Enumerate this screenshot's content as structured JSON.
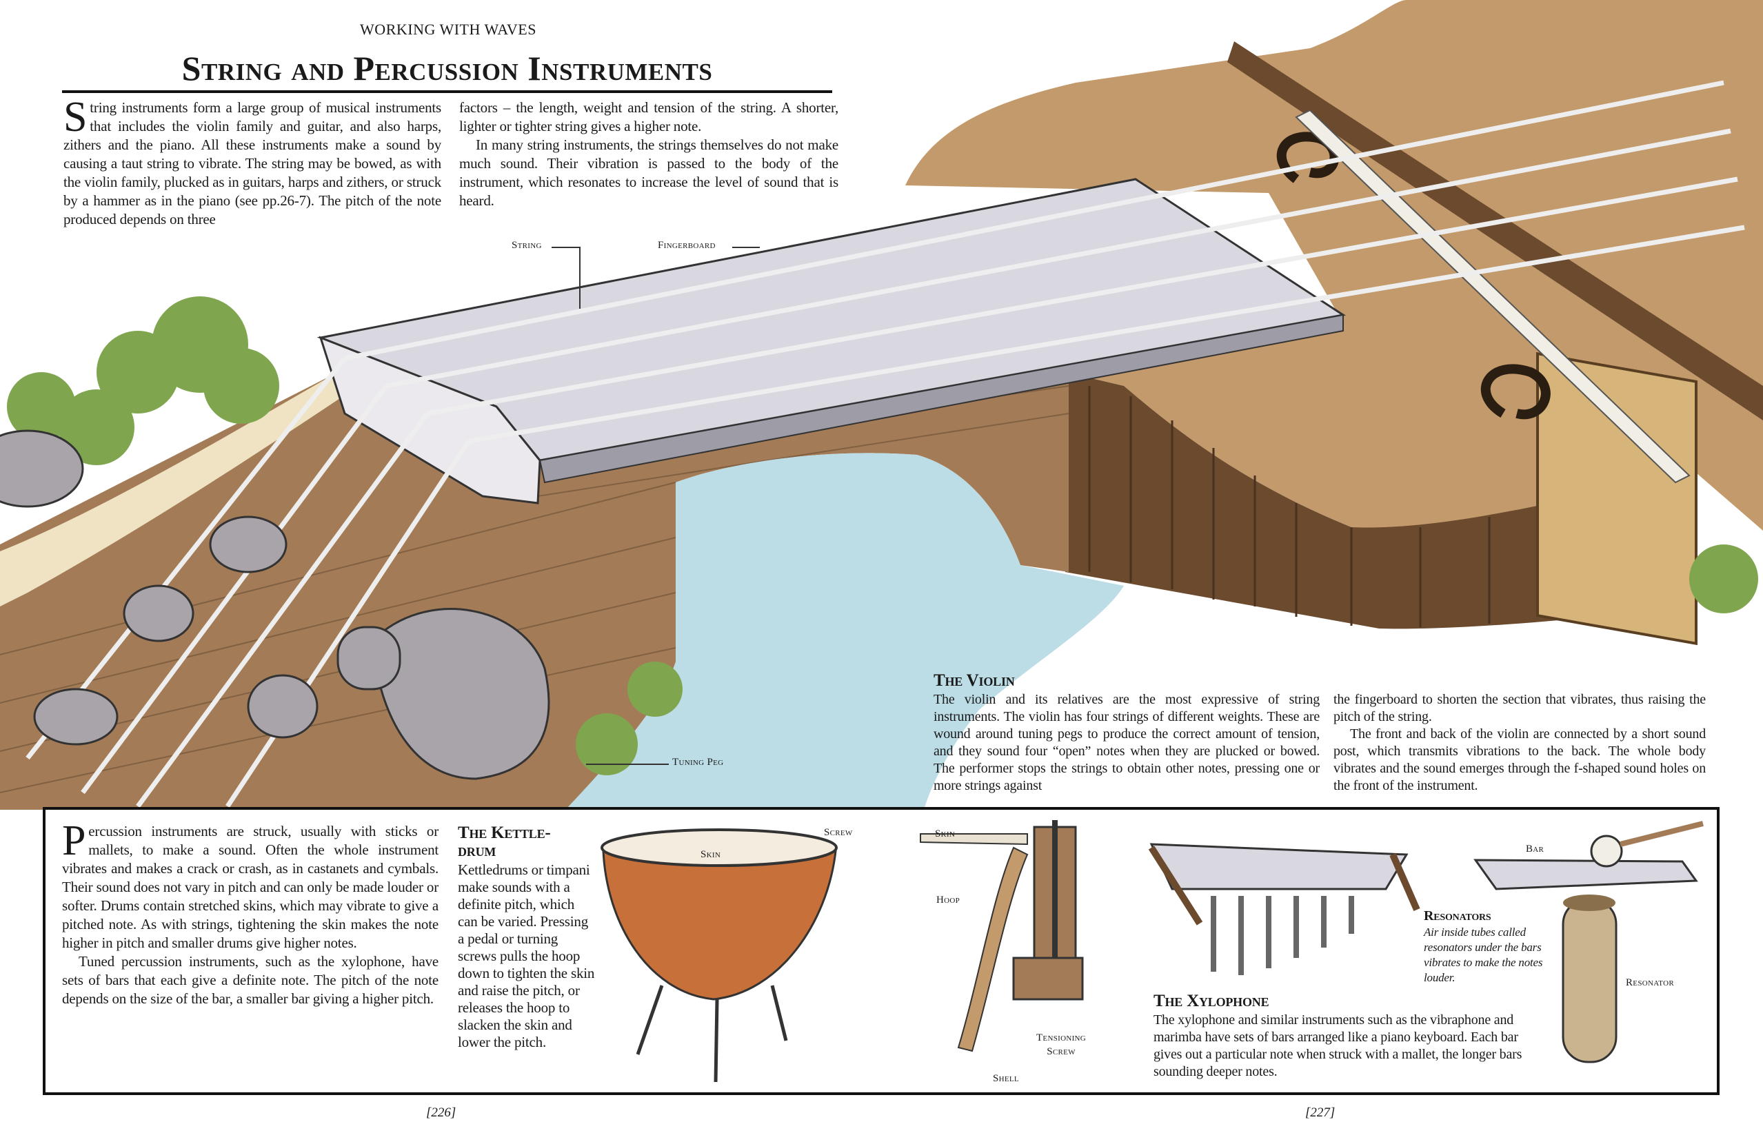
{
  "header": {
    "section": "WORKING WITH WAVES",
    "title": "String and Percussion Instruments"
  },
  "intro": {
    "drop_cap": "S",
    "col1": "tring instruments form a large group of musical instruments that includes the violin family and guitar, and also harps, zithers and the piano. All these instruments make a sound by causing a taut string to vibrate. The string may be bowed, as with the violin family, plucked as in guitars, harps and zithers, or struck by a hammer as in the piano (see pp.26-7). The pitch of the note produced depends on three",
    "col2_p1": "factors – the length, weight and tension of the string. A shorter, lighter or tighter string gives a higher note.",
    "col2_p2": "In many string instruments, the strings themselves do not make much sound. Their vibration is passed to the body of the instrument, which resonates to increase the level of sound that is heard."
  },
  "labels": {
    "string": "String",
    "fingerboard": "Fingerboard",
    "tuning_peg": "Tuning Peg",
    "skin": "Skin",
    "screw": "Screw",
    "skin2": "Skin",
    "hoop": "Hoop",
    "tensioning_screw": "Tensioning Screw",
    "shell": "Shell",
    "bar": "Bar",
    "resonator": "Resonator"
  },
  "violin": {
    "heading": "The Violin",
    "col1": "The violin and its relatives are the most expressive of string instruments. The violin has four strings of different weights. These are wound around tuning pegs to produce the correct amount of tension, and they sound four “open” notes when they are plucked or bowed. The performer stops the strings to obtain other notes, pressing one or more strings against",
    "col2_p1": "the fingerboard to shorten the section that vibrates, thus raising the pitch of the string.",
    "col2_p2": "The front and back of the violin are connected by a short sound post, which transmits vibrations to the back. The whole body vibrates and the sound emerges through the f-shaped sound holes on the front of the instrument."
  },
  "percussion": {
    "drop_cap": "P",
    "p1": "ercussion instruments are struck, usually with sticks or mallets, to make a sound. Often the whole instrument vibrates and makes a crack or crash, as in castanets and cymbals. Their sound does not vary in pitch and can only be made louder or softer. Drums contain stretched skins, which may vibrate to give a pitched note. As with strings, tightening the skin makes the note higher in pitch and smaller drums give higher notes.",
    "p2": "Tuned percussion instruments, such as the xylophone, have sets of bars that each give a definite note. The pitch of the note depends on the size of the bar, a smaller bar giving a higher pitch."
  },
  "kettledrum": {
    "heading": "The Kettle-drum",
    "text": "Kettledrums or timpani make sounds with a definite pitch, which can be varied. Pressing a pedal or turning screws pulls the hoop down to tighten the skin and raise the pitch, or releases the hoop to slacken the skin and lower the pitch."
  },
  "resonators": {
    "heading": "Resonators",
    "text": "Air inside tubes called resonators under the bars vibrates to make the notes louder."
  },
  "xylophone": {
    "heading": "The Xylophone",
    "text": "The xylophone and similar instruments such as the vibraphone and marimba have sets of bars arranged like a piano keyboard. Each bar gives out a particular note when struck with a mallet, the longer bars sounding deeper notes."
  },
  "footer": {
    "page_left": "[226]",
    "page_right": "[227]"
  },
  "colors": {
    "wood": "#c39a6b",
    "wood_dark": "#6b4a2e",
    "fingerboard": "#d9d7df",
    "stone": "#a37c57",
    "water": "#bcdce6",
    "foliage": "#7fa64e",
    "copper": "#c8703a"
  }
}
